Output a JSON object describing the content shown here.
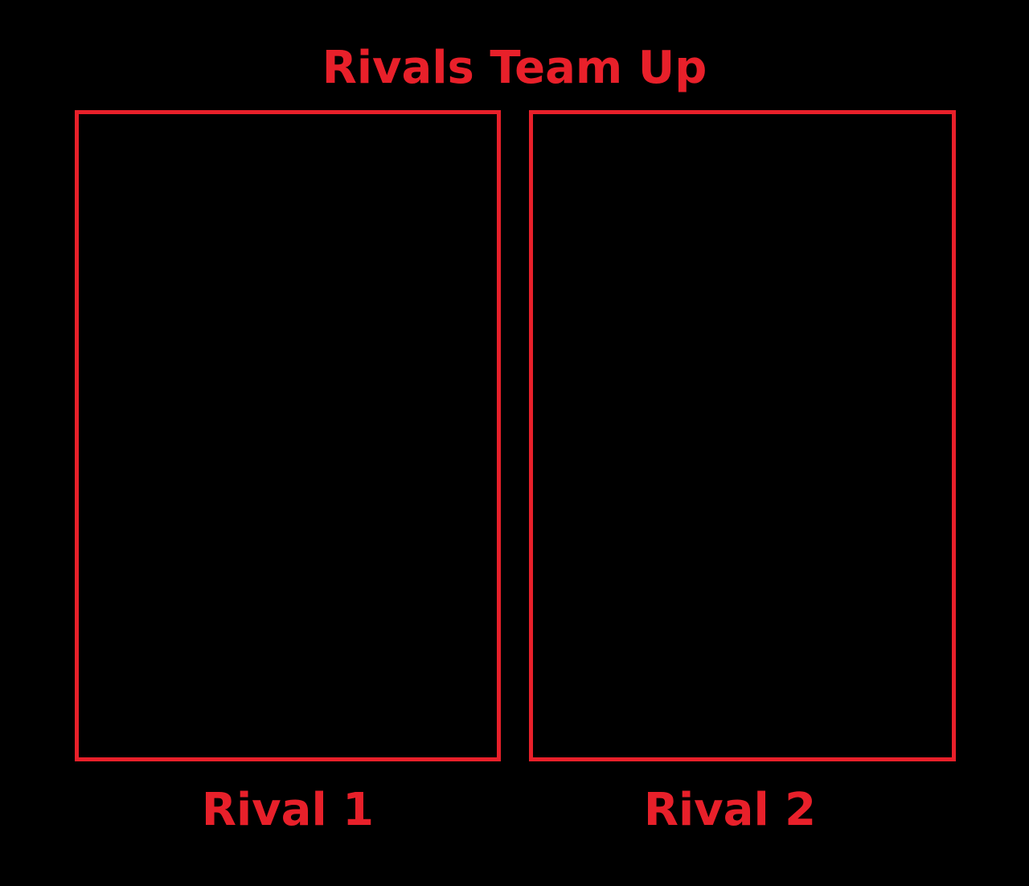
{
  "title": "Rivals Team Up",
  "slots": [
    {
      "label": "Rival 1"
    },
    {
      "label": "Rival 2"
    }
  ],
  "colors": {
    "background": "#000000",
    "accent": "#e8202a"
  }
}
